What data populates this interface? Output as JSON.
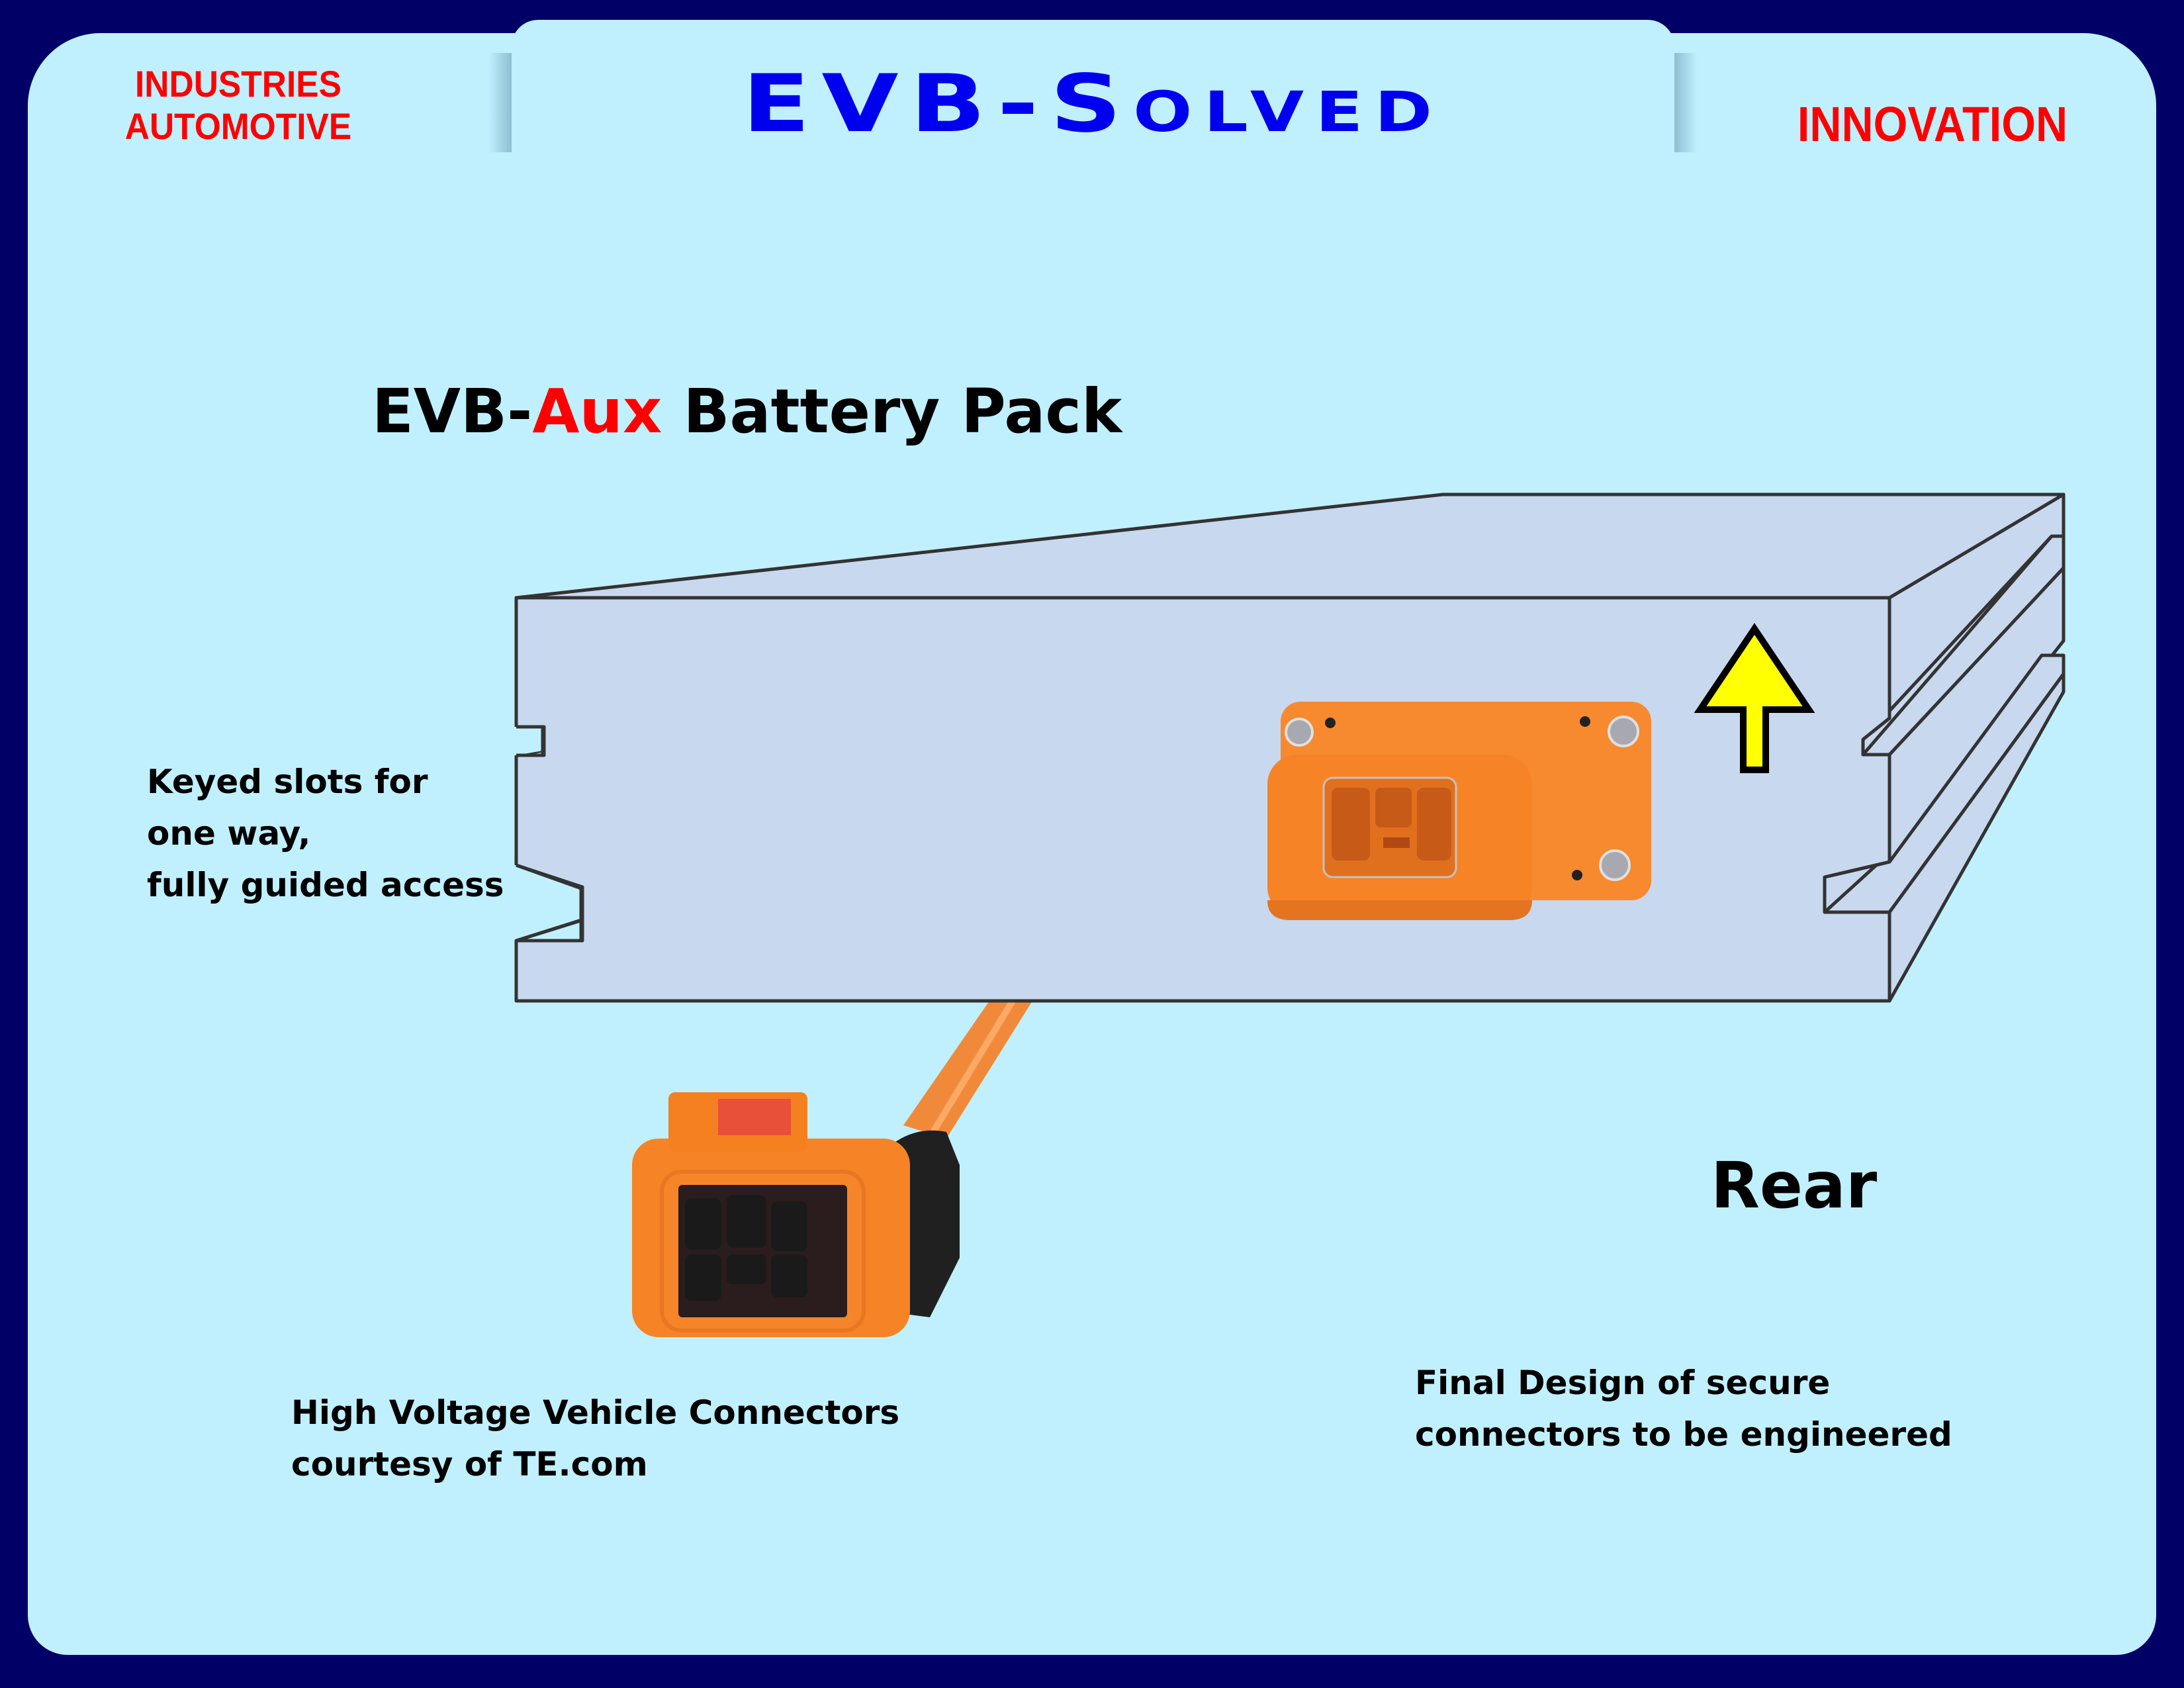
{
  "header": {
    "left_line1": "INDUSTRIES",
    "left_line2": "AUTOMOTIVE",
    "title": "EVB-Solved",
    "right": "INNOVATION"
  },
  "diagram": {
    "heading_prefix": "EVB-",
    "heading_accent": "Aux",
    "heading_suffix": " Battery Pack",
    "rear_label": "Rear",
    "keyed_slots_note": [
      "Keyed slots for",
      "one way,",
      "fully guided access"
    ],
    "connector_caption": [
      "High Voltage Vehicle Connectors",
      "courtesy of TE.com"
    ],
    "final_design_note": [
      "Final Design of secure",
      "connectors to be engineered"
    ],
    "icons": [
      "up-arrow-icon",
      "panel-connector-image",
      "cable-connector-image"
    ]
  },
  "colors": {
    "background": "#000066",
    "panel": "#c0f0fe",
    "title_blue": "#0000ee",
    "header_red": "#ff0000",
    "box_fill": "#c8d8ee",
    "box_stroke": "#333333",
    "arrow_yellow": "#ffff00",
    "connector_orange": "#f7892f"
  }
}
